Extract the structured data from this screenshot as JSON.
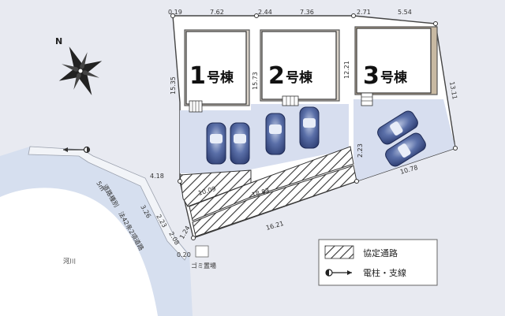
{
  "north_label": "N",
  "buildings": [
    {
      "num": "1",
      "suffix": "号棟"
    },
    {
      "num": "2",
      "suffix": "号棟"
    },
    {
      "num": "3",
      "suffix": "号棟"
    }
  ],
  "dimensions": {
    "top": [
      "0.19",
      "7.62",
      "2.44",
      "7.36",
      "2.71",
      "5.54"
    ],
    "d_15_35": "15.35",
    "d_15_73": "15.73",
    "d_12_21": "12.21",
    "d_13_11": "13.11",
    "d_2_23": "2.23",
    "d_10_78": "10.78",
    "d_4_18": "4.18",
    "d_10_09": "10.09",
    "d_18_83": "18.83",
    "d_16_21": "16.21",
    "d_5m": "5m",
    "d_3_26": "3.26",
    "d_2_23b": "2.23",
    "d_2_08": "2.08",
    "d_1_24": "1.24",
    "d_0_20": "0.20"
  },
  "road_label": "道路種別　法42条2項道路",
  "river_label": "河川",
  "garbage_label": "ゴミ置場",
  "legend": {
    "hatch_label": "協定通路",
    "pole_label": "電柱・支線"
  }
}
